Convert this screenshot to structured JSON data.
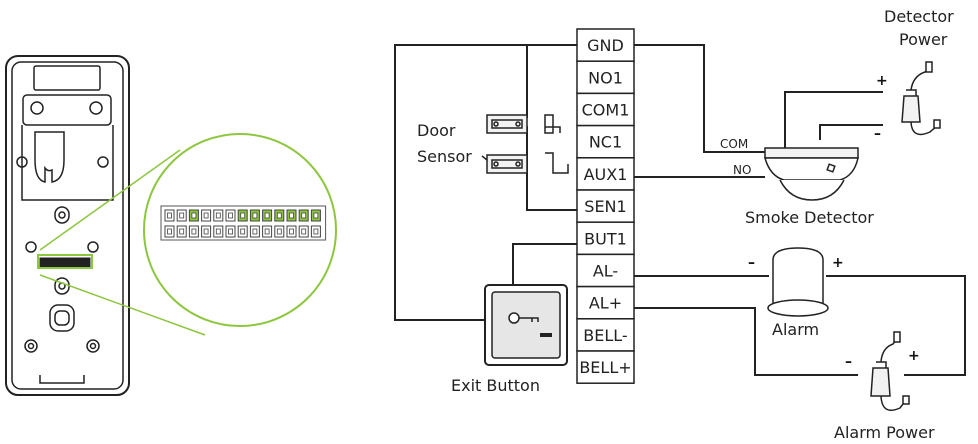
{
  "terminals": [
    "GND",
    "NO1",
    "COM1",
    "NC1",
    "AUX1",
    "SEN1",
    "BUT1",
    "AL-",
    "AL+",
    "BELL-",
    "BELL+"
  ],
  "labels": {
    "door_sensor_line1": "Door",
    "door_sensor_line2": "Sensor",
    "exit_button": "Exit Button",
    "smoke_detector": "Smoke Detector",
    "detector_power_line1": "Detector",
    "detector_power_line2": "Power",
    "alarm": "Alarm",
    "alarm_power": "Alarm Power",
    "com": "COM",
    "no": "NO",
    "plus": "+",
    "minus": "–"
  },
  "colors": {
    "wire": "#222222",
    "highlight": "#8dc63f",
    "device_grey": "#dcdcdc"
  },
  "connector_pins": {
    "top_row_highlighted": [
      false,
      false,
      true,
      false,
      false,
      false,
      true,
      true,
      true,
      true,
      true,
      true,
      true
    ],
    "bottom_row_highlighted": [
      false,
      false,
      false,
      false,
      false,
      false,
      false,
      false,
      false,
      false,
      false,
      false,
      false
    ]
  },
  "icons": [
    "device-back-panel",
    "magnifier-circle",
    "door-sensor-icon",
    "exit-button-icon",
    "smoke-detector-icon",
    "alarm-siren-icon",
    "power-adapter-icon"
  ]
}
